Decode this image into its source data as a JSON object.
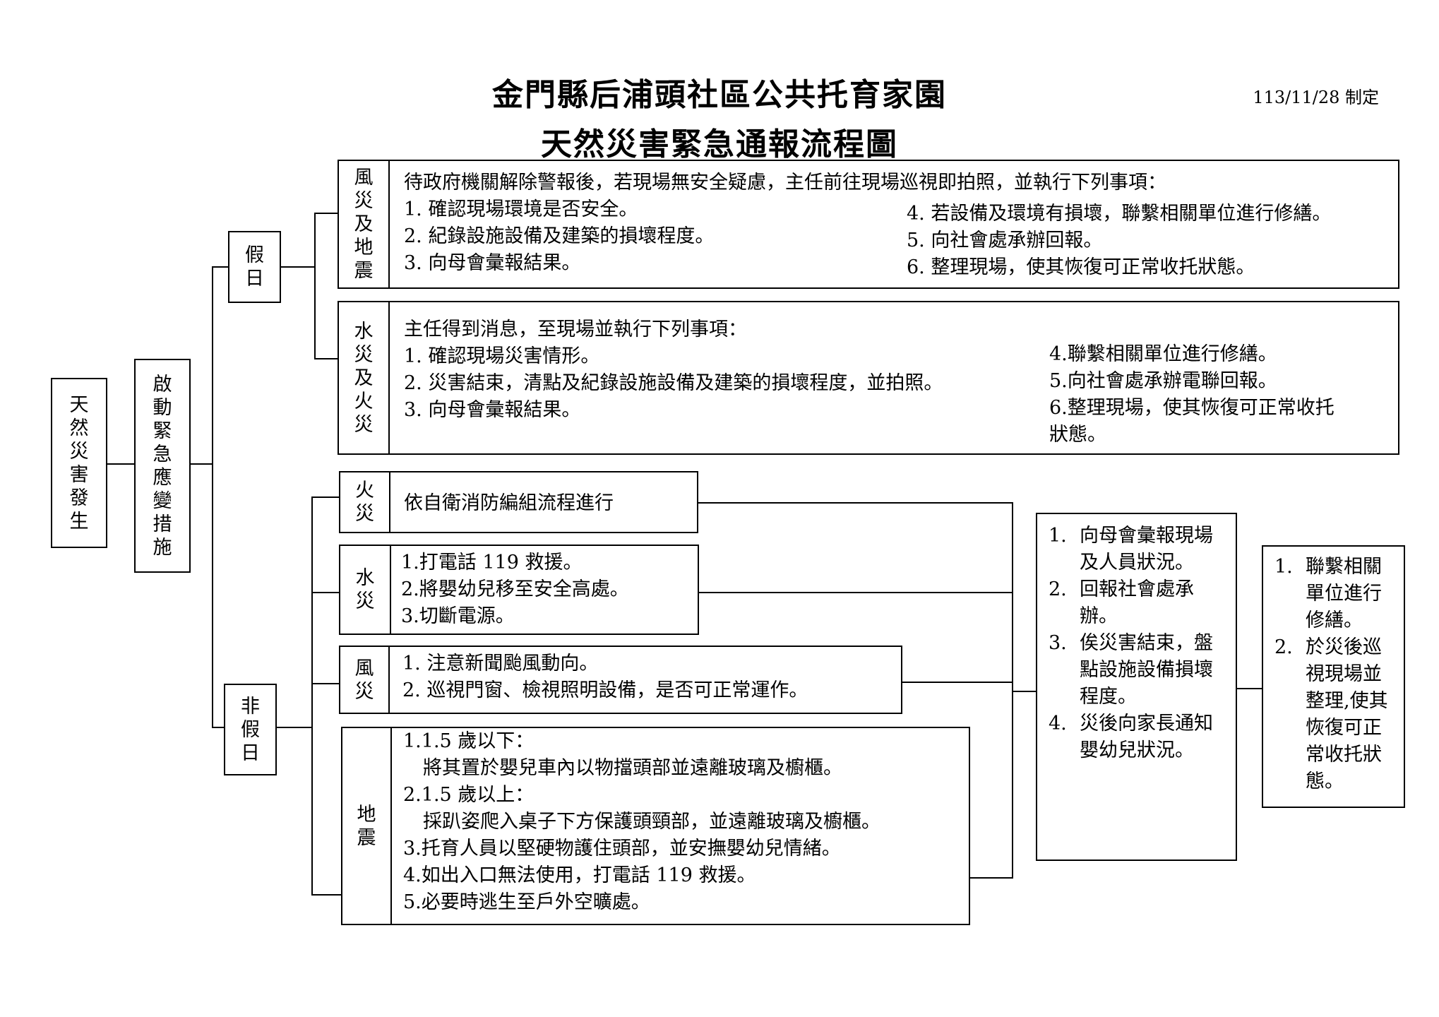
{
  "header": {
    "title": "金門縣后浦頭社區公共托育家園",
    "subtitle": "天然災害緊急通報流程圖",
    "date": "113/11/28 制定"
  },
  "root": {
    "disaster_label": "天然災害發生",
    "response_label": "啟動緊急應變措施"
  },
  "branches": {
    "holiday": "假日",
    "non_holiday": "非假日"
  },
  "holiday": {
    "typhoon_quake": {
      "label": "風災及地震",
      "intro": "待政府機關解除警報後，若現場無安全疑慮，主任前往現場巡視即拍照，並執行下列事項：",
      "left_items": [
        "1. 確認現場環境是否安全。",
        "2. 紀錄設施設備及建築的損壞程度。",
        "3. 向母會彙報結果。"
      ],
      "right_items": [
        "4. 若設備及環境有損壞，聯繫相關單位進行修繕。",
        "5. 向社會處承辦回報。",
        "6. 整理現場，使其恢復可正常收托狀態。"
      ]
    },
    "flood_fire": {
      "label": "水災及火災",
      "intro": "主任得到消息，至現場並執行下列事項：",
      "left_items": [
        "1. 確認現場災害情形。",
        "2. 災害結束，清點及紀錄設施設備及建築的損壞程度，並拍照。",
        "3. 向母會彙報結果。"
      ],
      "right_items": [
        "4.聯繫相關單位進行修繕。",
        "5.向社會處承辦電聯回報。",
        "6.整理現場，使其恢復可正常收托",
        "狀態。"
      ]
    }
  },
  "nonholiday": {
    "fire": {
      "label": "火災",
      "items": [
        "依自衛消防編組流程進行"
      ]
    },
    "flood": {
      "label": "水災",
      "items": [
        "1.打電話 119 救援。",
        "2.將嬰幼兒移至安全高處。",
        "3.切斷電源。"
      ]
    },
    "typhoon": {
      "label": "風災",
      "items": [
        "1. 注意新聞颱風動向。",
        "2. 巡視門窗、檢視照明設備，是否可正常運作。"
      ]
    },
    "quake": {
      "label": "地震",
      "items": [
        "1.1.5 歲以下：",
        "將其置於嬰兒車內以物擋頭部並遠離玻璃及櫥櫃。",
        "2.1.5 歲以上：",
        "採趴姿爬入桌子下方保護頭頸部，並遠離玻璃及櫥櫃。",
        "3.托育人員以堅硬物護住頭部，並安撫嬰幼兒情緒。",
        "4.如出入口無法使用，打電話 119 救援。",
        "5.必要時逃生至戶外空曠處。"
      ]
    }
  },
  "report": {
    "items": [
      {
        "num": "1.",
        "text": "向母會彙報現場及人員狀況。"
      },
      {
        "num": "2.",
        "text": "回報社會處承辦。"
      },
      {
        "num": "3.",
        "text": "俟災害結束，盤點設施設備損壞程度。"
      },
      {
        "num": "4.",
        "text": "災後向家長通知嬰幼兒狀況。"
      }
    ]
  },
  "followup": {
    "items": [
      {
        "num": "1.",
        "text": "聯繫相關單位進行修繕。"
      },
      {
        "num": "2.",
        "text": "於災後巡視現場並整理,使其恢復可正常收托狀態。"
      }
    ]
  }
}
